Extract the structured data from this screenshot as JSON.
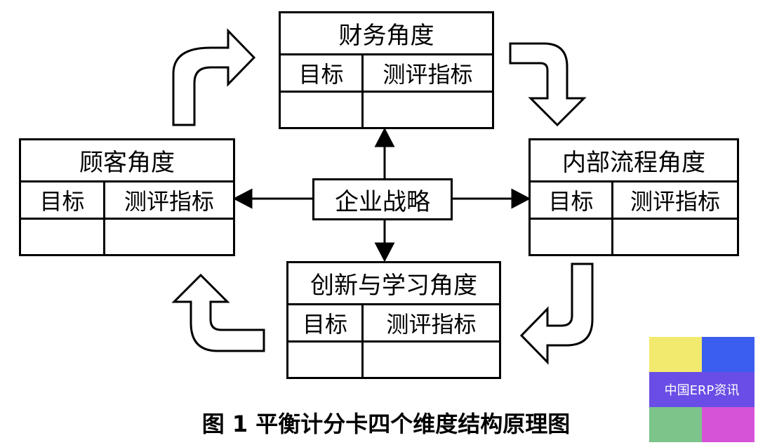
{
  "diagram": {
    "center": {
      "label": "企业战略"
    },
    "finance": {
      "title": "财务角度",
      "col1": "目标",
      "col2": "测评指标"
    },
    "customer": {
      "title": "顾客角度",
      "col1": "目标",
      "col2": "测评指标"
    },
    "internal": {
      "title": "内部流程角度",
      "col1": "目标",
      "col2": "测评指标"
    },
    "learning": {
      "title": "创新与学习角度",
      "col1": "目标",
      "col2": "测评指标"
    },
    "caption": "图 1  平衡计分卡四个维度结构原理图"
  },
  "watermark": {
    "text": "中国ERP资讯",
    "colors": {
      "top_left": "#f2ea6e",
      "top_right": "#3b5ef0",
      "band": "#6a4de6",
      "bottom_left": "#7cc48a",
      "bottom_right": "#d653d8"
    }
  }
}
